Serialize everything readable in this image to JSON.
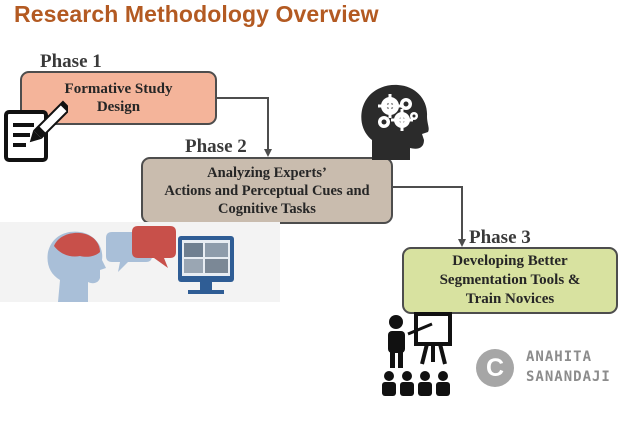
{
  "title": "Research Methodology Overview",
  "phases": [
    {
      "label": "Phase 1",
      "text": "Formative Study\nDesign"
    },
    {
      "label": "Phase 2",
      "text": "Analyzing Experts’\nActions and Perceptual Cues and\nCognitive Tasks"
    },
    {
      "label": "Phase 3",
      "text": "Developing Better\nSegmentation Tools &\nTrain Novices"
    }
  ],
  "watermark": {
    "logo_letter": "C",
    "line1": "ANAHITA",
    "line2": "SANANDAJI"
  },
  "colors": {
    "title": "#b35a22",
    "phase1_fill": "#f4b49a",
    "phase2_fill": "#c9bcae",
    "phase3_fill": "#d8e2a0",
    "arrow": "#4d4d4d"
  },
  "icons": [
    "edit-document-icon",
    "brain-gears-head-icon",
    "expert-conversation-monitor-icon",
    "presenter-audience-icon",
    "copyright-logo-icon"
  ]
}
